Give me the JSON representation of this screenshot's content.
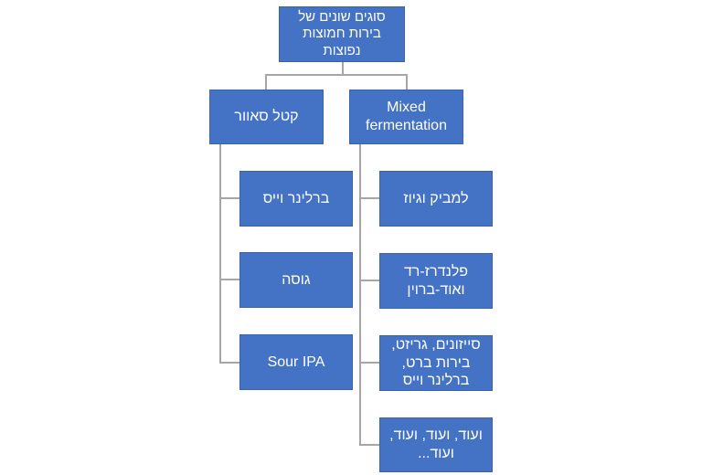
{
  "diagram": {
    "root": {
      "label": "סוגים שונים של\nבירות חמוצות\nנפוצות"
    },
    "branches": [
      {
        "label": "קטל סאוור",
        "children": [
          "ברלינר וייס",
          "גוסה",
          "Sour IPA"
        ]
      },
      {
        "label": "Mixed\nfermentation",
        "children": [
          "למביק וגיוז",
          "פלנדרז-רד\nואוד-ברוין",
          "סייזונים, גריזט,\nבירות ברט,\nברלינר וייס",
          "ועוד, ועוד, ועוד,\nועוד..."
        ]
      }
    ],
    "colors": {
      "node_fill": "#4472c4",
      "node_text": "#ffffff",
      "connector": "#a6a6a6"
    }
  }
}
